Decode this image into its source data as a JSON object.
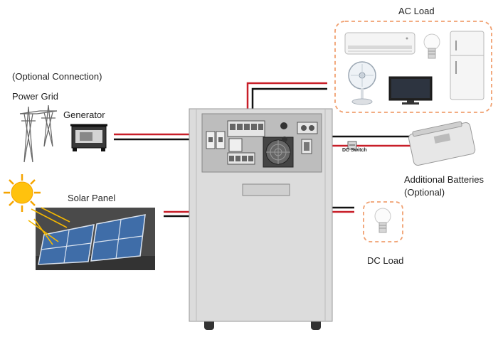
{
  "labels": {
    "ac_load": "AC Load",
    "optional_connection": "(Optional Connection)",
    "power_grid": "Power Grid",
    "generator": "Generator",
    "solar_panel": "Solar Panel",
    "additional_batteries_line1": "Additional Batteries",
    "additional_batteries_line2": "(Optional)",
    "dc_load": "DC Load",
    "dc_switch": "DC Switch"
  },
  "colors": {
    "wire_red": "#c81e28",
    "wire_black": "#111111",
    "dashed_box": "#f0a070",
    "cabinet": "#dcdcdc",
    "panel": "#bdbdbd"
  },
  "icons": [
    "sun-icon",
    "power-tower-icon",
    "generator-icon",
    "solar-panel-icon",
    "air-conditioner-icon",
    "light-bulb-icon",
    "refrigerator-icon",
    "fan-icon",
    "tv-icon",
    "battery-icon",
    "inverter-cabinet-icon"
  ]
}
